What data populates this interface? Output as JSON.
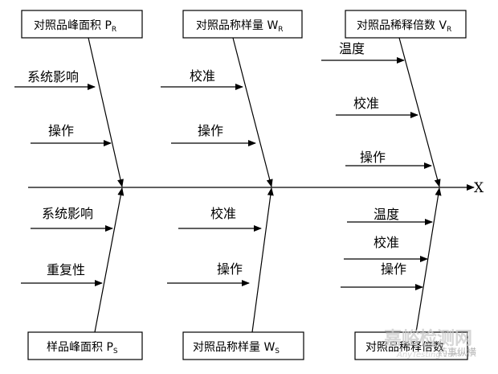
{
  "effect_label": "X",
  "top_boxes": [
    {
      "text": "对照品峰面积 P",
      "sub": "R"
    },
    {
      "text": "对照品称样量 W",
      "sub": "R"
    },
    {
      "text": "对照品稀释倍数 V",
      "sub": "R"
    }
  ],
  "bottom_boxes": [
    {
      "text": "样品峰面积 P",
      "sub": "S"
    },
    {
      "text": "对照品称样量 W",
      "sub": "S"
    },
    {
      "text": "对照品稀释倍数",
      "sub": ""
    }
  ],
  "cause_labels": {
    "t1a": "系统影响",
    "t1b": "操作",
    "t2a": "校准",
    "t2b": "操作",
    "t3a": "温度",
    "t3b": "校准",
    "t3c": "操作",
    "b1a": "系统影响",
    "b1b": "重复性",
    "b2a": "校准",
    "b2b": "操作",
    "b3a": "温度",
    "b3b": "校准",
    "b3c": "操作"
  },
  "watermark": {
    "main": "嘉峪检测网",
    "sub": "AnyTesting.com",
    "logo": "药事纵横"
  }
}
